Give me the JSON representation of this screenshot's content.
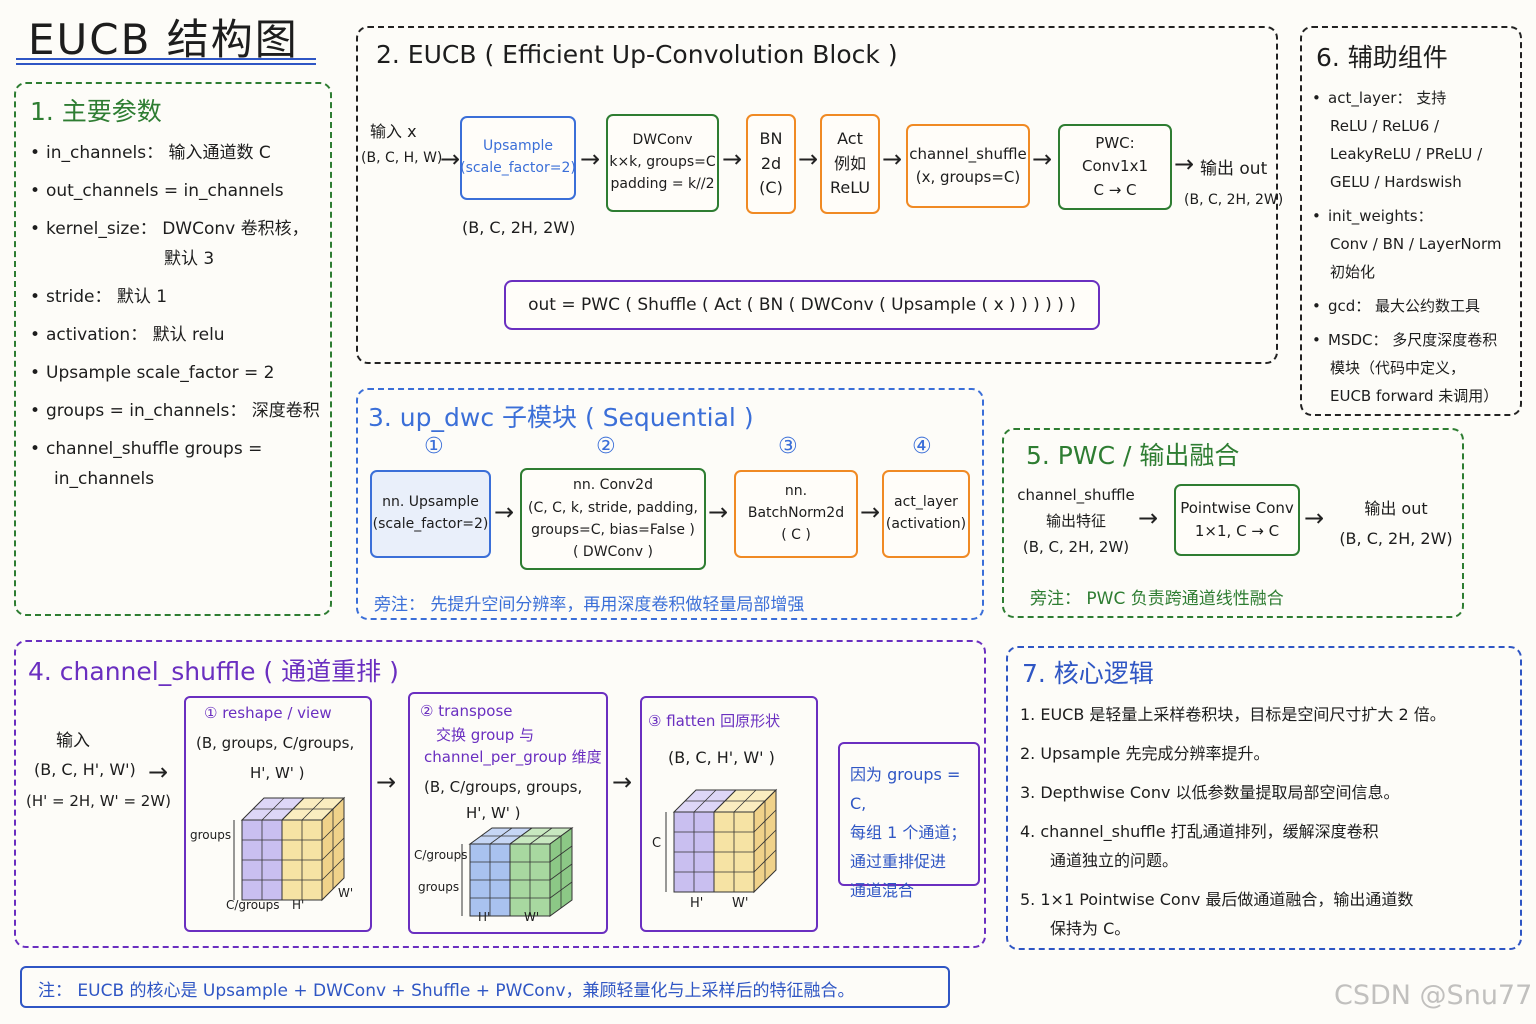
{
  "title": "EUCB 结构图",
  "s1": {
    "title": "1. 主要参数",
    "items": [
      [
        "in_channels：  输入通道数 C"
      ],
      [
        "out_channels  =  in_channels"
      ],
      [
        "kernel_size：  DWConv 卷积核，",
        "默认 3"
      ],
      [
        "stride：   默认 1"
      ],
      [
        "activation：  默认 relu"
      ],
      [
        "Upsample scale_factor = 2"
      ],
      [
        "groups = in_channels：  深度卷积"
      ],
      [
        "channel_shuffle groups =",
        "in_channels"
      ]
    ]
  },
  "s2": {
    "title": "2. EUCB ( Efficient  Up-Convolution  Block )",
    "input": [
      "输入 x",
      "(B, C, H, W)"
    ],
    "boxes": [
      {
        "lines": [
          "Upsample",
          "(scale_factor=2)"
        ]
      },
      {
        "lines": [
          "DWConv",
          "k×k, groups=C",
          "padding = k//2"
        ]
      },
      {
        "lines": [
          "BN",
          "2d",
          "(C)"
        ]
      },
      {
        "lines": [
          "Act",
          "例如",
          "ReLU"
        ]
      },
      {
        "lines": [
          "channel_shuffle",
          "(x, groups=C)"
        ]
      },
      {
        "lines": [
          "PWC: Conv1x1",
          "C → C"
        ]
      }
    ],
    "output": [
      "输出 out",
      "(B, C, 2H, 2W)"
    ],
    "up_shape": "(B, C, 2H, 2W)",
    "formula": "out  =  PWC ( Shuffle ( Act ( BN ( DWConv ( Upsample ( x ) ) ) ) ) )"
  },
  "s3": {
    "title": "3. up_dwc 子模块 ( Sequential )",
    "nums": [
      "①",
      "②",
      "③",
      "④"
    ],
    "boxes": [
      {
        "lines": [
          "nn. Upsample",
          "(scale_factor=2)"
        ]
      },
      {
        "lines": [
          "nn. Conv2d",
          "(C, C, k, stride, padding,",
          "groups=C, bias=False )",
          "( DWConv )"
        ]
      },
      {
        "lines": [
          "nn. BatchNorm2d",
          "( C )"
        ]
      },
      {
        "lines": [
          "act_layer",
          "(activation)"
        ]
      }
    ],
    "note": "旁注：  先提升空间分辨率，再用深度卷积做轻量局部增强"
  },
  "s4": {
    "title": "4. channel_shuffle ( 通道重排 )",
    "input": [
      "输入",
      "(B, C, H', W')",
      "(H' = 2H, W' = 2W)"
    ],
    "step1": {
      "label": "① reshape / view",
      "shape": [
        "(B, groups, C/groups,",
        "H', W' )"
      ],
      "axes": [
        "groups",
        "C/groups",
        "H'",
        "W'"
      ]
    },
    "step2": {
      "label": [
        "② transpose",
        "交换 group 与",
        "channel_per_group 维度"
      ],
      "shape": [
        "(B, C/groups, groups,",
        "H', W' )"
      ],
      "axes": [
        "C/groups",
        "groups",
        "H'",
        "W'"
      ]
    },
    "step3": {
      "label": "③ flatten 回原形状",
      "shape": "(B, C, H', W' )",
      "axes": [
        "C",
        "H'",
        "W'"
      ]
    },
    "note": [
      "因为 groups = C,",
      "每组 1 个通道；",
      "通过重排促进",
      "通道混合"
    ]
  },
  "s5": {
    "title": "5. PWC / 输出融合",
    "input": [
      "channel_shuffle",
      "输出特征",
      "(B, C, 2H, 2W)"
    ],
    "box": [
      "Pointwise Conv",
      "1×1, C → C"
    ],
    "output": [
      "输出  out",
      "(B, C, 2H, 2W)"
    ],
    "note": "旁注：  PWC 负责跨通道线性融合"
  },
  "s6": {
    "title": "6. 辅助组件",
    "items": [
      [
        "act_layer：  支持",
        "ReLU / ReLU6 /",
        "LeakyReLU / PReLU /",
        "GELU / Hardswish"
      ],
      [
        "init_weights：",
        "Conv / BN / LayerNorm",
        "初始化"
      ],
      [
        "gcd：  最大公约数工具"
      ],
      [
        "MSDC：  多尺度深度卷积",
        "模块（代码中定义，",
        "EUCB forward 未调用）"
      ]
    ]
  },
  "s7": {
    "title": "7. 核心逻辑",
    "items": [
      [
        "1.  EUCB 是轻量上采样卷积块，目标是空间尺寸扩大 2 倍。"
      ],
      [
        "2.  Upsample 先完成分辨率提升。"
      ],
      [
        "3.  Depthwise Conv 以低参数量提取局部空间信息。"
      ],
      [
        "4.  channel_shuffle 打乱通道排列，缓解深度卷积",
        "通道独立的问题。"
      ],
      [
        "5.  1×1  Pointwise Conv 最后做通道融合，输出通道数",
        "保持为  C。"
      ]
    ]
  },
  "footer_note": "注：  EUCB 的核心是 Upsample + DWConv + Shuffle + PWConv，兼顾轻量化与上采样后的特征融合。",
  "watermark": "CSDN @Snu77",
  "colors": {
    "green": "#2e7d32",
    "black": "#222222",
    "blue": "#3b6fd8",
    "orange": "#f08a24",
    "purple": "#6a2fc0",
    "navy": "#1d3fb0"
  }
}
